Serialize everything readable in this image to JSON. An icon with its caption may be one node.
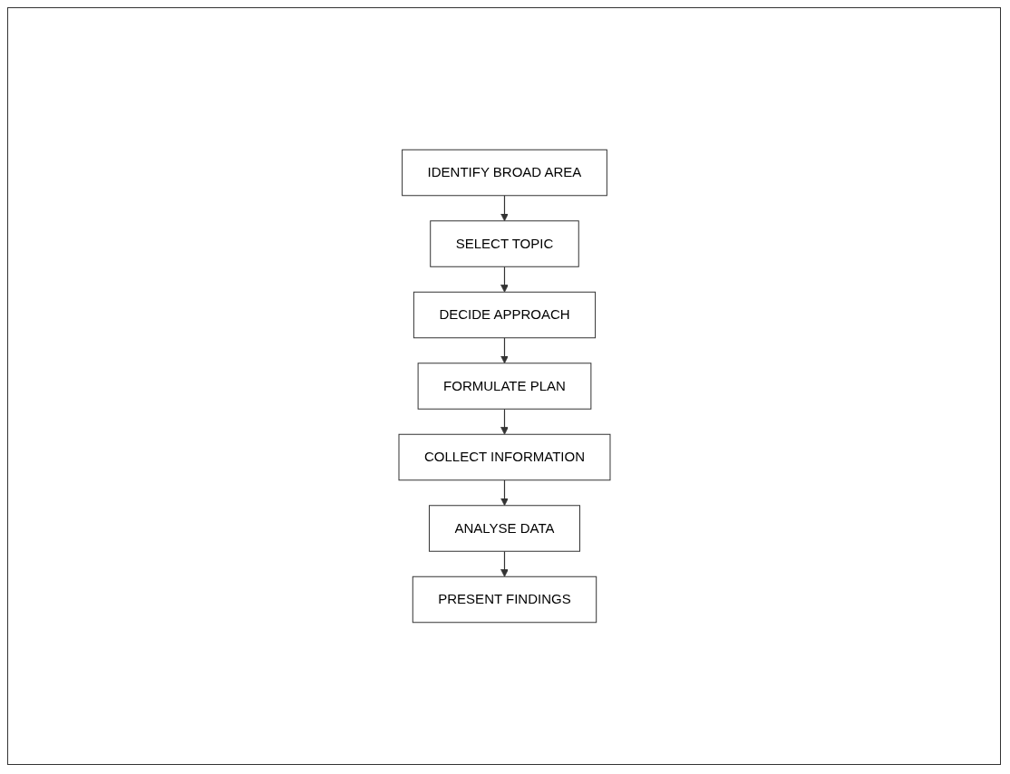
{
  "diagram": {
    "nodes": [
      {
        "text": [
          "IDENTIFY BROAD AREA"
        ]
      },
      {
        "text": [
          "SELECT TOPIC"
        ]
      },
      {
        "text": [
          "DECIDE APPROACH"
        ]
      },
      {
        "text": [
          "FORMULATE PLAN"
        ]
      },
      {
        "text": [
          "COLLECT INFORMATION"
        ]
      },
      {
        "text": [
          "ANALYSE DATA"
        ]
      },
      {
        "text": [
          "PRESENT FINDINGS"
        ]
      }
    ],
    "edges": [
      {
        "from": 0,
        "to": 1,
        "arrow": "to"
      },
      {
        "from": 1,
        "to": 2,
        "arrow": "to"
      },
      {
        "from": 2,
        "to": 3,
        "arrow": "to"
      },
      {
        "from": 3,
        "to": 4,
        "arrow": "to"
      },
      {
        "from": 4,
        "to": 5,
        "arrow": "to"
      },
      {
        "from": 5,
        "to": 6,
        "arrow": "to"
      }
    ]
  }
}
